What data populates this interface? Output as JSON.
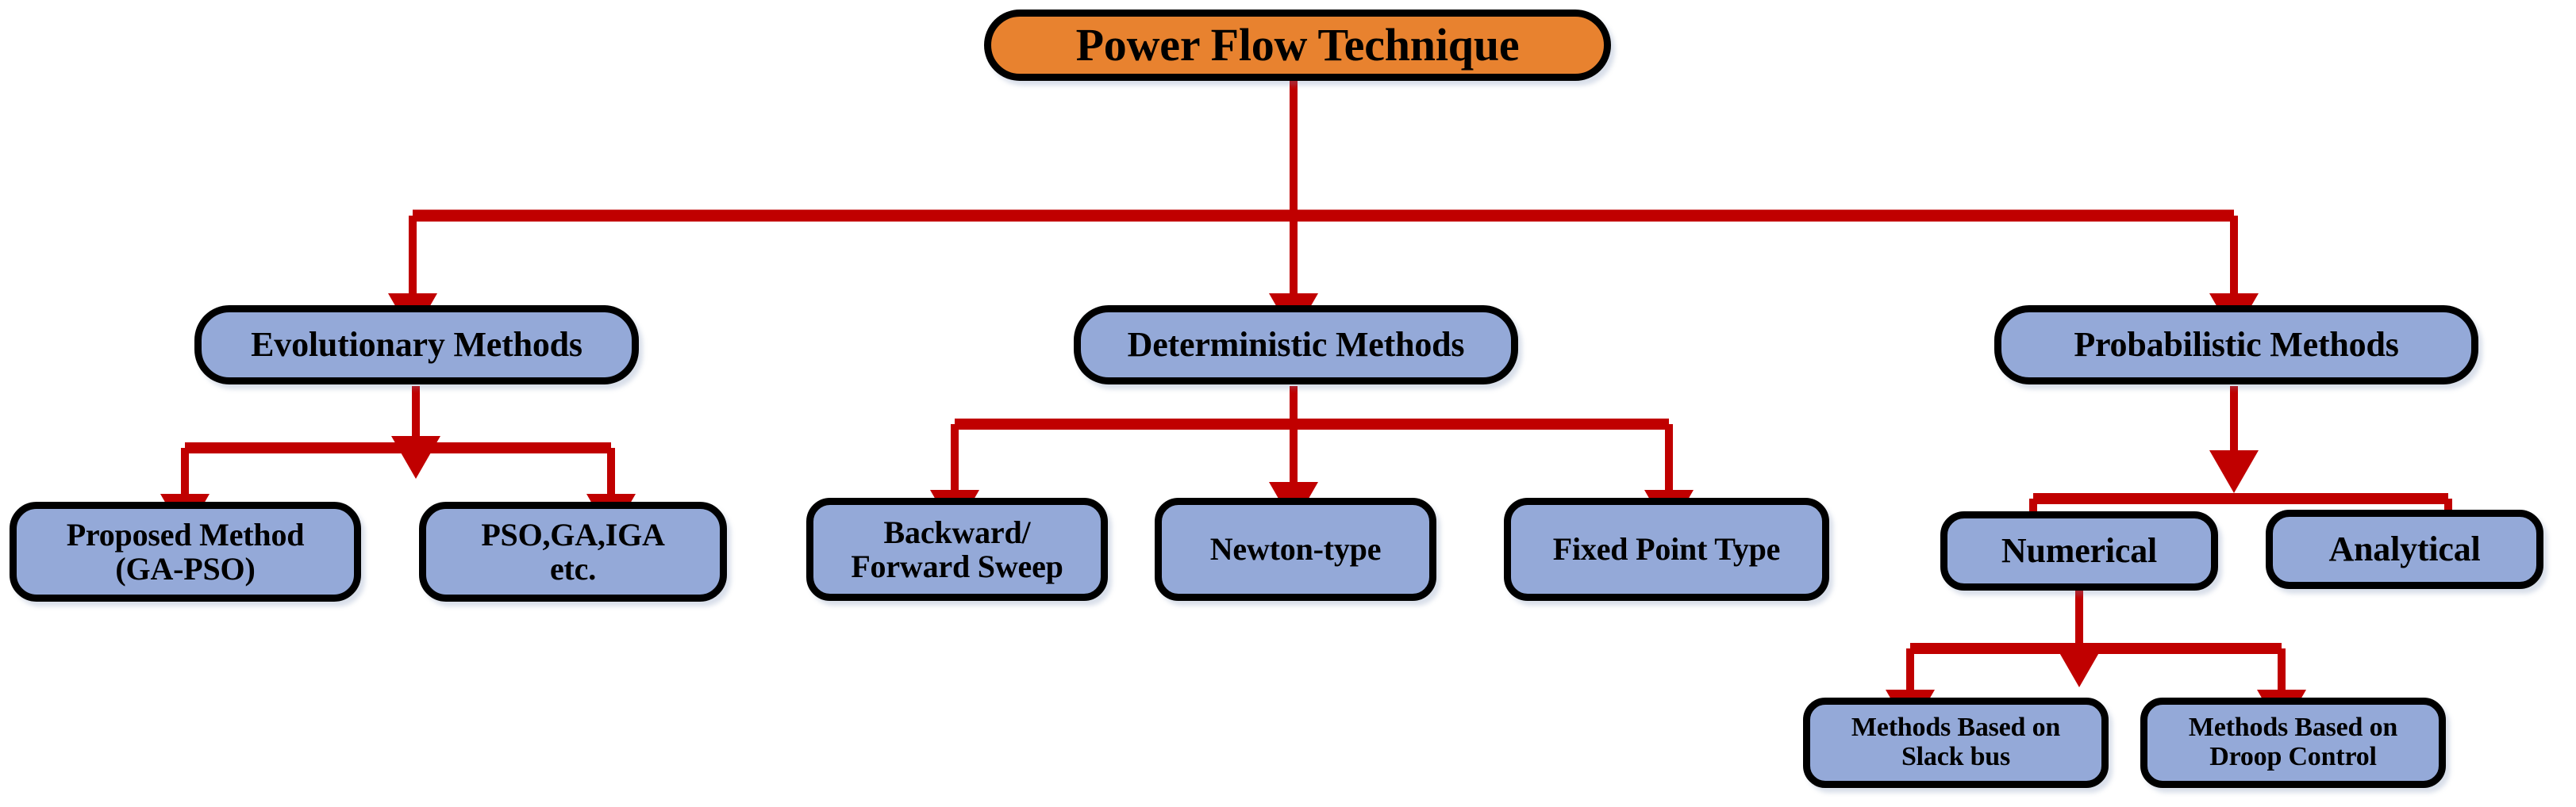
{
  "diagram": {
    "title": "Power Flow Technique",
    "type": "tree-hierarchy",
    "colors": {
      "root_fill": "#E8822F",
      "node_fill": "#94A9D8",
      "node_border": "#000000",
      "connector": "#C00000",
      "background": "#FFFFFF",
      "text": "#000000"
    },
    "nodes": {
      "root": {
        "label": "Power Flow Technique"
      },
      "level1": [
        {
          "id": "evolutionary",
          "label": "Evolutionary Methods"
        },
        {
          "id": "deterministic",
          "label": "Deterministic Methods"
        },
        {
          "id": "probabilistic",
          "label": "Probabilistic Methods"
        }
      ],
      "level2_evolutionary": [
        {
          "id": "proposed-method",
          "label": "Proposed Method\n(GA-PSO)"
        },
        {
          "id": "pso-ga-iga",
          "label": "PSO,GA,IGA\netc."
        }
      ],
      "level2_deterministic": [
        {
          "id": "backward-forward-sweep",
          "label": "Backward/\nForward Sweep"
        },
        {
          "id": "newton-type",
          "label": "Newton-type"
        },
        {
          "id": "fixed-point-type",
          "label": "Fixed Point Type"
        }
      ],
      "level2_probabilistic": [
        {
          "id": "numerical",
          "label": "Numerical"
        },
        {
          "id": "analytical",
          "label": "Analytical"
        }
      ],
      "level3_numerical": [
        {
          "id": "slack-bus",
          "label": "Methods Based on\nSlack bus"
        },
        {
          "id": "droop-control",
          "label": "Methods Based on\nDroop Control"
        }
      ]
    }
  }
}
